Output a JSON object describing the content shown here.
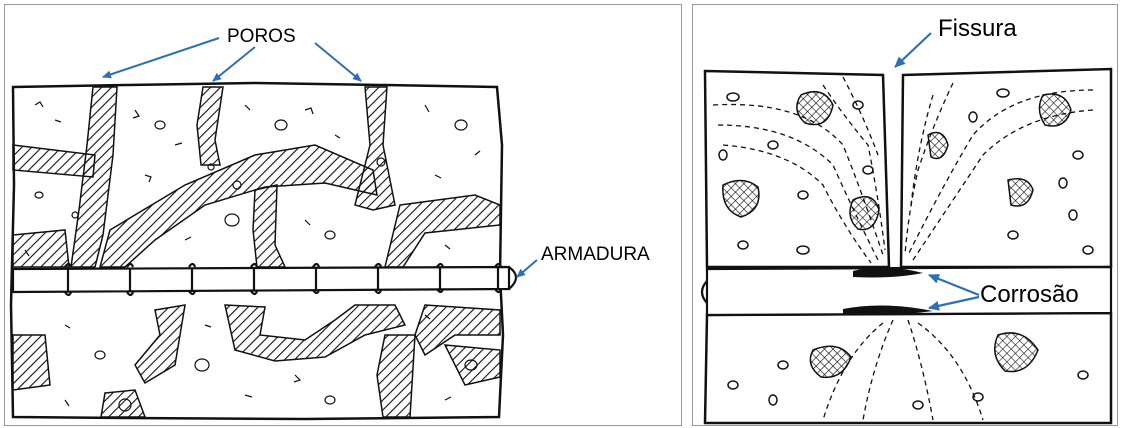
{
  "figures": [
    {
      "labels": {
        "pores": "POROS",
        "rebar": "ARMADURA"
      }
    },
    {
      "labels": {
        "crack": "Fissura",
        "corrosion": "Corrosão"
      }
    }
  ],
  "colors": {
    "outline": "#111111",
    "arrow": "#2e6fb7",
    "background": "#ffffff",
    "border": "#9a9a9a"
  },
  "icons": {
    "pore-arrow": "arrow-icon",
    "rebar-arrow": "arrow-icon",
    "crack-arrow": "arrow-icon",
    "corrosion-arrow": "arrow-icon"
  }
}
